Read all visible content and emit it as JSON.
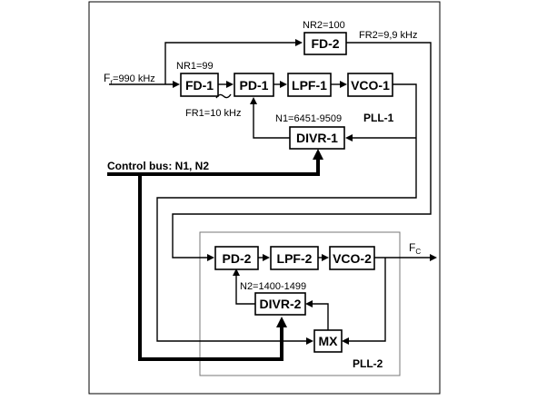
{
  "blocks": {
    "fd2": "FD-2",
    "fd1": "FD-1",
    "pd1": "PD-1",
    "lpf1": "LPF-1",
    "vco1": "VCO-1",
    "divr1": "DIVR-1",
    "pd2": "PD-2",
    "lpf2": "LPF-2",
    "vco2": "VCO-2",
    "divr2": "DIVR-2",
    "mx": "MX"
  },
  "labels": {
    "nr2": "NR2=100",
    "fr2": "FR2=9,9 kHz",
    "fr_sym": "F",
    "fr_sub": "r",
    "fr_val": "=990 kHz",
    "nr1": "NR1=99",
    "fr1": "FR1=10 kHz",
    "n1": "N1=6451-9509",
    "pll1": "PLL-1",
    "control_bus": "Control bus: N1, N2",
    "fc_sym": "F",
    "fc_sub": "C",
    "n2": "N2=1400-1499",
    "pll2": "PLL-2"
  }
}
